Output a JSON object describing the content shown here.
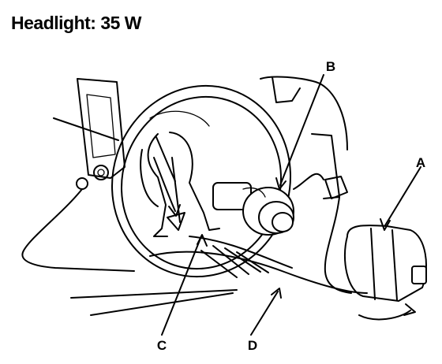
{
  "title": "Headlight: 35 W",
  "labels": {
    "a": "A",
    "b": "B",
    "c": "C",
    "d": "D"
  }
}
